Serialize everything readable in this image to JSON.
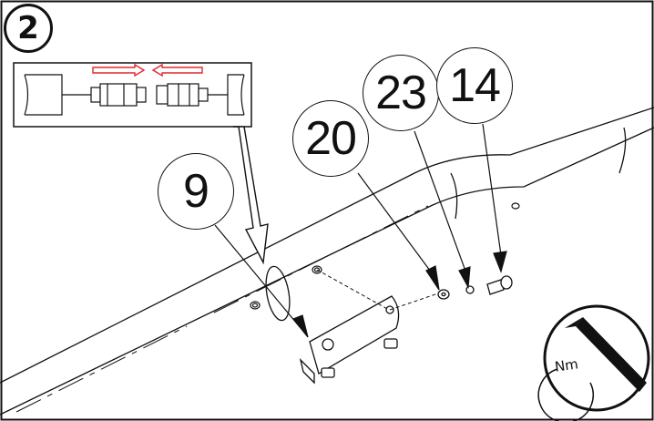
{
  "figure": {
    "step_number": "2",
    "callouts": [
      {
        "id": "c9",
        "label": "9"
      },
      {
        "id": "c20",
        "label": "20"
      },
      {
        "id": "c23",
        "label": "23"
      },
      {
        "id": "c14",
        "label": "14"
      }
    ],
    "torque_icon": {
      "label": "Nm",
      "icon": "torque-wrench-icon"
    },
    "inset": {
      "description_icons": [
        "connector-plug-icon",
        "connector-socket-icon",
        "red-arrow-right-icon",
        "red-arrow-left-icon"
      ]
    },
    "colors": {
      "line": "#111111",
      "accent_red": "#e0282c",
      "background": "#ffffff"
    }
  }
}
